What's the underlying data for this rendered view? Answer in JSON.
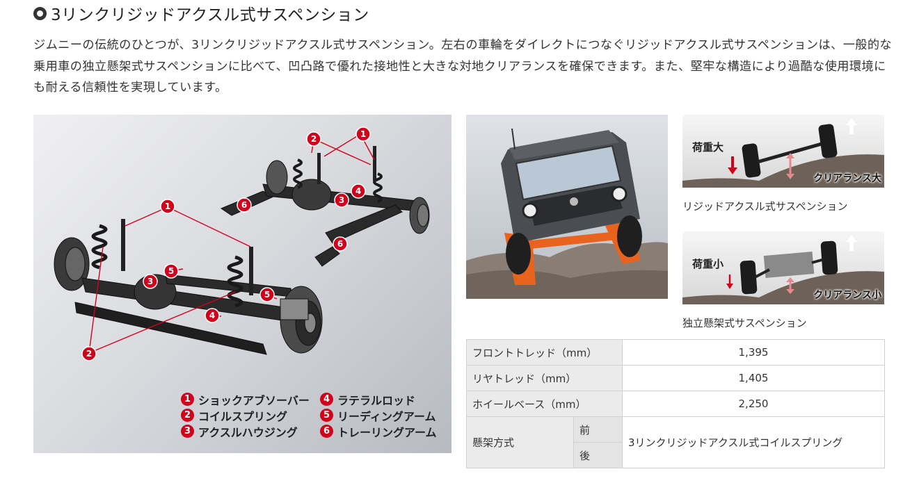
{
  "heading": {
    "title": "3リンクリジッドアクスル式サスペンション"
  },
  "intro": {
    "text": "ジムニーの伝統のひとつが、3リンクリジッドアクスル式サスペンション。左右の車輪をダイレクトにつなぐリジッドアクスル式サスペンションは、一般的な乗用車の独立懸架式サスペンションに比べて、凹凸路で優れた接地性と大きな対地クリアランスを確保できます。また、堅牢な構造により過酷な使用環境にも耐える信頼性を実現しています。"
  },
  "diagram": {
    "callouts": [
      "1",
      "2",
      "3",
      "4",
      "5",
      "6"
    ],
    "legend": [
      {
        "num": "1",
        "label": "ショックアブソーバー"
      },
      {
        "num": "2",
        "label": "コイルスプリング"
      },
      {
        "num": "3",
        "label": "アクスルハウジング"
      },
      {
        "num": "4",
        "label": "ラテラルロッド"
      },
      {
        "num": "5",
        "label": "リーディングアーム"
      },
      {
        "num": "6",
        "label": "トレーリングアーム"
      }
    ]
  },
  "rigid": {
    "load_label": "荷重大",
    "clearance_label": "クリアランス大",
    "caption": "リジッドアクスル式サスペンション"
  },
  "independent": {
    "load_label": "荷重小",
    "clearance_label": "クリアランス小",
    "caption": "独立懸架式サスペンション"
  },
  "spec_table": {
    "rows": [
      {
        "label": "フロントトレッド（mm）",
        "value": "1,395"
      },
      {
        "label": "リヤトレッド（mm）",
        "value": "1,405"
      },
      {
        "label": "ホイールベース（mm）",
        "value": "2,250"
      }
    ],
    "suspension": {
      "label": "懸架方式",
      "front": "前",
      "rear": "後",
      "value": "3リンクリジッドアクスル式コイルスプリング"
    }
  },
  "colors": {
    "accent_red": "#d0021b",
    "orange_arm": "#e8641e"
  }
}
